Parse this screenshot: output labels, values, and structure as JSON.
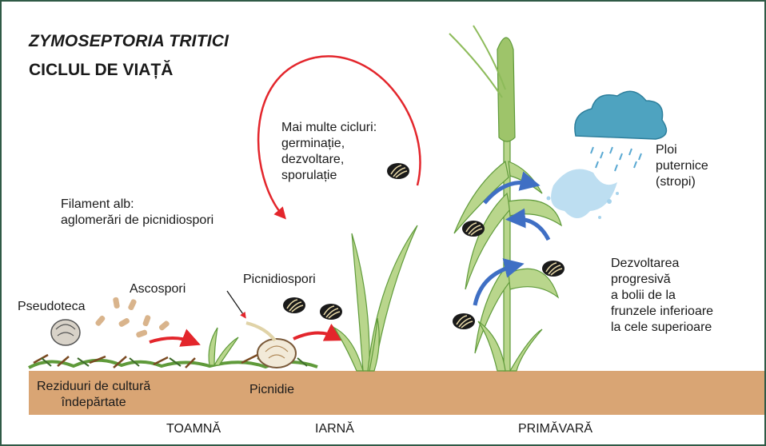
{
  "title": {
    "species": "ZYMOSEPTORIA TRITICI",
    "subtitle": "CICLUL DE VIAȚĂ"
  },
  "labels": {
    "cycles": [
      "Mai multe cicluri:",
      "germinație,",
      "dezvoltare,",
      "sporulație"
    ],
    "filament": [
      "Filament alb:",
      "aglomerări de picnidiospori"
    ],
    "ascospori": "Ascospori",
    "pseudoteca": "Pseudoteca",
    "picnidiospori": "Picnidiospori",
    "rain": [
      "Ploi",
      "puternice",
      "(stropi)"
    ],
    "progression": [
      "Dezvoltarea",
      "progresivă",
      "a bolii de la",
      "frunzele inferioare",
      "la cele superioare"
    ],
    "residues": [
      "Reziduuri de cultură",
      "îndepărtate"
    ],
    "picnidie": "Picnidie"
  },
  "seasons": [
    "TOAMNĂ",
    "IARNĂ",
    "PRIMĂVARĂ"
  ],
  "colors": {
    "border": "#2f5a46",
    "soil": "#d9a574",
    "plant": "#b9d68c",
    "plant_edge": "#5f9a3a",
    "red_arrow": "#e3262c",
    "blue_arrow": "#3f6fc4",
    "cloud": "#4ea3c0",
    "spore": "#d9b48c"
  }
}
